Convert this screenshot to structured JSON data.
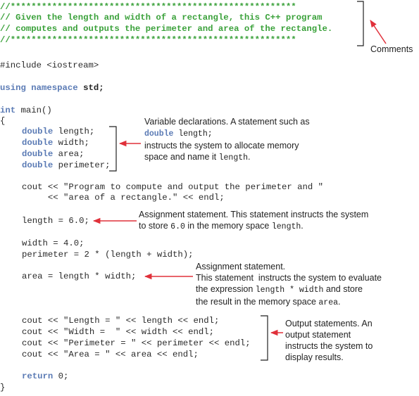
{
  "header": {
    "rule1": "//*******************************************************",
    "line1": "// Given the length and width of a rectangle, this C++ program",
    "line2": "// computes and outputs the perimeter and area of the rectangle.",
    "rule2": "//*******************************************************"
  },
  "code": {
    "include": "#include <iostream>",
    "using_kw": "using namespace",
    "using_std": " std;",
    "int_kw": "int",
    "main_sig": " main()",
    "open_brace": "{",
    "decl_type": "double",
    "decl_length": " length;",
    "decl_width": " width;",
    "decl_area": " area;",
    "decl_perimeter": " perimeter;",
    "cout1": "cout << \"Program to compute and output the perimeter and \"",
    "cout2": "     << \"area of a rectangle.\" << endl;",
    "assign_length": "length = 6.0;",
    "assign_width": "width = 4.0;",
    "assign_perimeter": "perimeter = 2 * (length + width);",
    "assign_area": "area = length * width;",
    "out1": "cout << \"Length = \" << length << endl;",
    "out2": "cout << \"Width =  \" << width << endl;",
    "out3": "cout << \"Perimeter = \" << perimeter << endl;",
    "out4": "cout << \"Area = \" << area << endl;",
    "return_kw": "return",
    "return_val": " 0;",
    "close_brace": "}"
  },
  "annotations": {
    "comments": "Comments",
    "decl": {
      "l1": "Variable declarations. A statement such as",
      "l2_kw": "double",
      "l2_rest": " length;",
      "l3": "instructs the system to allocate memory",
      "l4_a": "space and name it ",
      "l4_mono": "length",
      "l4_b": "."
    },
    "assign1": {
      "l1": "Assignment statement. This statement instructs the system",
      "l2_a": "to store ",
      "l2_mono1": "6.0",
      "l2_b": " in the memory space ",
      "l2_mono2": "length",
      "l2_c": "."
    },
    "assign2": {
      "l1": "Assignment statement.",
      "l2": "This statement  instructs the system to evaluate",
      "l3_a": "the expression ",
      "l3_mono": "length * width",
      "l3_b": " and store",
      "l4_a": "the result in the memory space ",
      "l4_mono": "area",
      "l4_b": "."
    },
    "output": {
      "l1": "Output statements. An",
      "l2": "output statement",
      "l3": "instructs the system to",
      "l4": "display results."
    }
  },
  "colors": {
    "comment": "#3aa13a",
    "keyword": "#5b7bb5",
    "arrow": "#e0303a"
  }
}
